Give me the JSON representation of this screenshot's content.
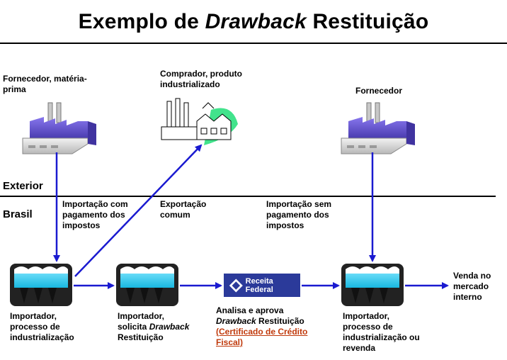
{
  "title": {
    "part1": "Exemplo de ",
    "part2": "Drawback",
    "part3": " Restituição"
  },
  "regions": {
    "exterior": "Exterior",
    "brasil": "Brasil"
  },
  "nodes": {
    "fornecedor_materia_prima": "Fornecedor, matéria-prima",
    "comprador": "Comprador, produto industrializado",
    "fornecedor": "Fornecedor",
    "importador_1": "Importador, processo de industrialização",
    "importador_2": {
      "line1": "Importador,",
      "line2a": "solicita ",
      "line2b": "Drawback",
      "line3": "Restituição"
    },
    "receita": {
      "line1": "Analisa e aprova",
      "line2a": "Drawback",
      "line2b": " Restituição",
      "link": "(Certificado de Crédito Fiscal)"
    },
    "importador_3": "Importador, processo de industrialização ou revenda",
    "venda": "Venda  no mercado interno"
  },
  "edge_labels": {
    "importacao_com": "Importação com pagamento dos impostos",
    "exportacao": "Exportação comum",
    "importacao_sem": "Importação sem pagamento dos impostos"
  },
  "logo": {
    "text": "Receita Federal"
  },
  "colors": {
    "arrow": "#1a1ad0",
    "factory_purple": "#6a5acd",
    "factory_cyan": "#33ccee",
    "logo_bg": "#2b3a9a",
    "link": "#c0390b"
  }
}
